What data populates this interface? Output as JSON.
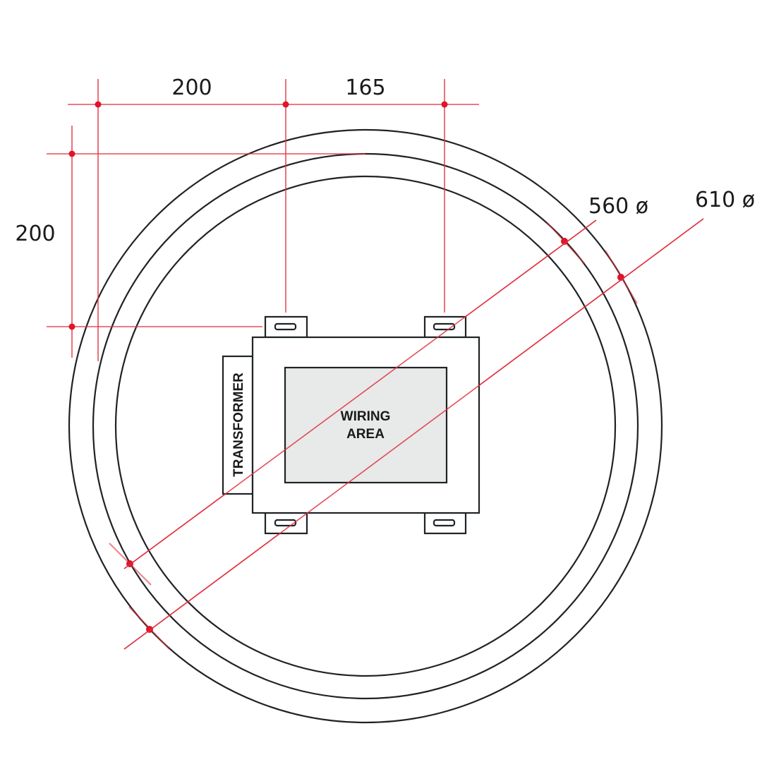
{
  "drawing": {
    "dimensions": {
      "top_left": "200",
      "top_right": "165",
      "left_vertical": "200",
      "diameter_inner": "560 ø",
      "diameter_outer": "610 ø"
    },
    "labels": {
      "transformer": "TRANSFORMER",
      "wiring_line1": "WIRING",
      "wiring_line2": "AREA"
    },
    "colors": {
      "dimension_lines": "#e0303c",
      "outlines": "#1e2326",
      "wiring_fill": "#e8e9e9"
    }
  }
}
